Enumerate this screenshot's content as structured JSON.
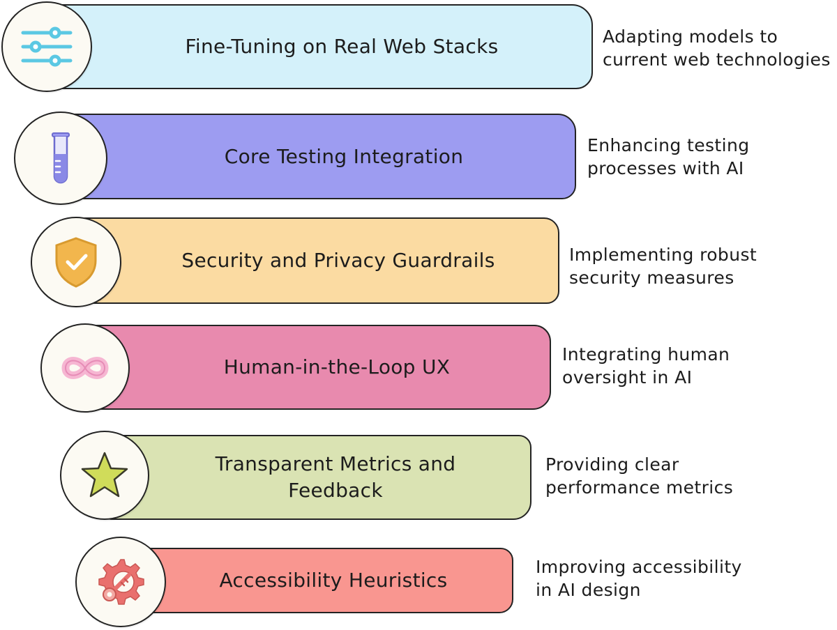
{
  "items": [
    {
      "label": "Fine-Tuning on Real Web Stacks",
      "desc_line1": "Adapting models to",
      "desc_line2": "current web technologies",
      "color": "#d4f1fa",
      "icon": "sliders-icon"
    },
    {
      "label": "Core Testing Integration",
      "desc_line1": "Enhancing testing",
      "desc_line2": "processes with AI",
      "color": "#9d9cf1",
      "icon": "test-tube-icon"
    },
    {
      "label": "Security and Privacy Guardrails",
      "desc_line1": "Implementing robust",
      "desc_line2": "security measures",
      "color": "#fbdba2",
      "icon": "shield-check-icon"
    },
    {
      "label": "Human-in-the-Loop UX",
      "desc_line1": "Integrating human",
      "desc_line2": "oversight in AI",
      "color": "#e88aae",
      "icon": "infinity-icon"
    },
    {
      "label_line1": "Transparent Metrics and",
      "label_line2": "Feedback",
      "desc_line1": "Providing clear",
      "desc_line2": "performance metrics",
      "color": "#dae3b3",
      "icon": "star-icon"
    },
    {
      "label": "Accessibility Heuristics",
      "desc_line1": "Improving accessibility",
      "desc_line2": "in AI design",
      "color": "#f99690",
      "icon": "gear-key-icon"
    }
  ]
}
